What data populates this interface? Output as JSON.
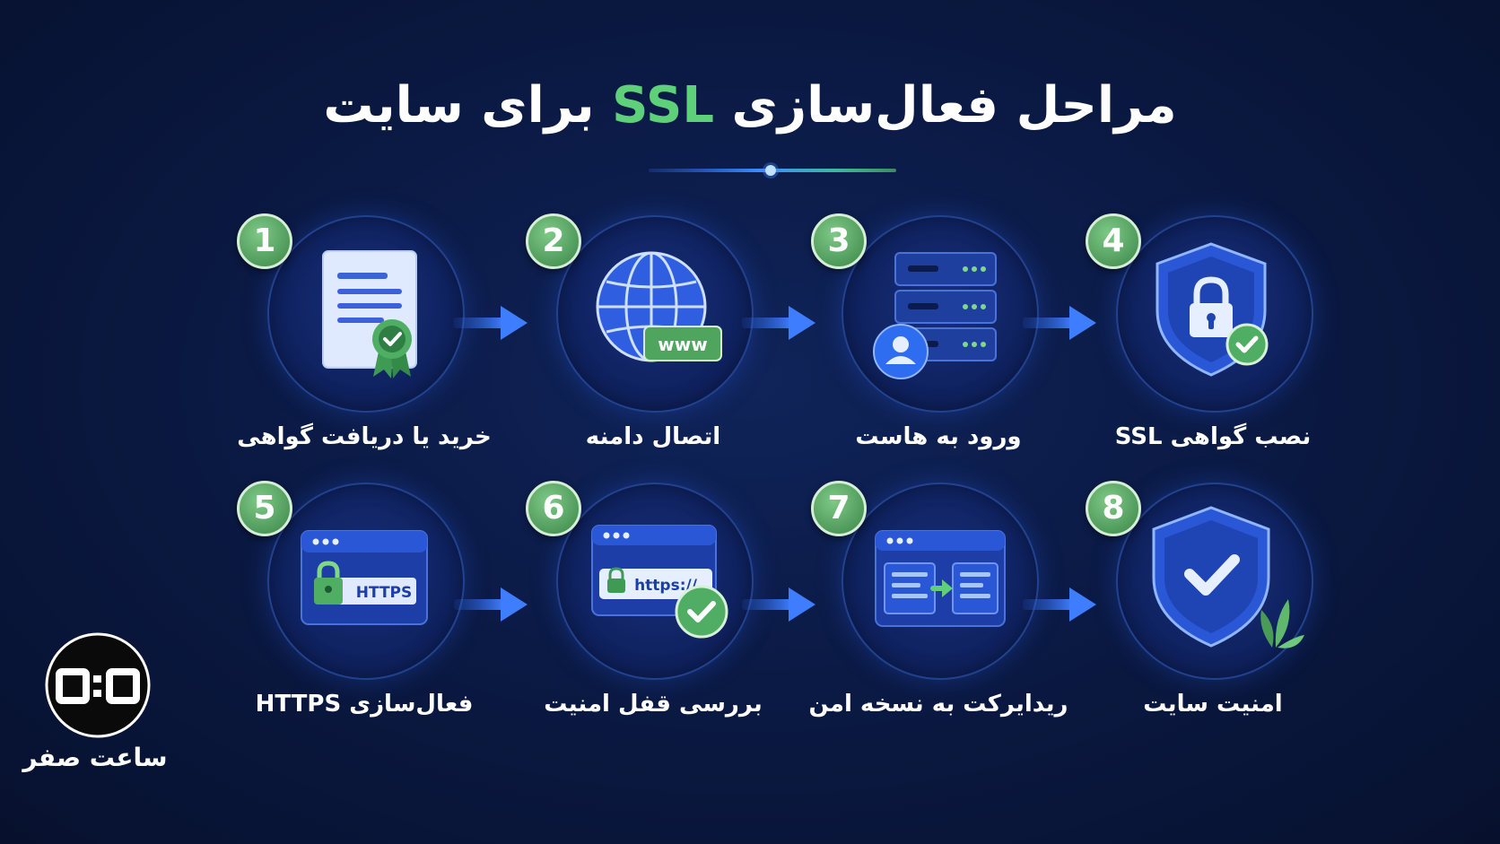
{
  "title": {
    "before": "مراحل فعال‌سازی",
    "highlight": "SSL",
    "after": "برای سایت"
  },
  "colors": {
    "accent_green": "#5fd07a",
    "badge_green": "#4e9a5a",
    "arrow_blue": "#2f6df0",
    "background": "#0b1a45"
  },
  "steps": [
    {
      "number": "1",
      "label": "خرید یا دریافت گواهی",
      "icon": "certificate-icon"
    },
    {
      "number": "2",
      "label": "اتصال دامنه",
      "icon": "globe-www-icon",
      "icon_text": "www"
    },
    {
      "number": "3",
      "label": "ورود به هاست",
      "icon": "server-user-icon"
    },
    {
      "number": "4",
      "label": "نصب گواهی SSL",
      "icon": "shield-lock-icon"
    },
    {
      "number": "5",
      "label": "فعال‌سازی HTTPS",
      "icon": "browser-https-icon",
      "icon_text": "HTTPS"
    },
    {
      "number": "6",
      "label": "بررسی قفل امنیت",
      "icon": "browser-address-check-icon",
      "icon_text": "https://"
    },
    {
      "number": "7",
      "label": "ریدایرکت به نسخه امن",
      "icon": "redirect-window-icon"
    },
    {
      "number": "8",
      "label": "امنیت سایت",
      "icon": "shield-check-icon"
    }
  ],
  "brand": {
    "name": "ساعت صفر",
    "logo_icon": "clock-00-logo-icon"
  }
}
